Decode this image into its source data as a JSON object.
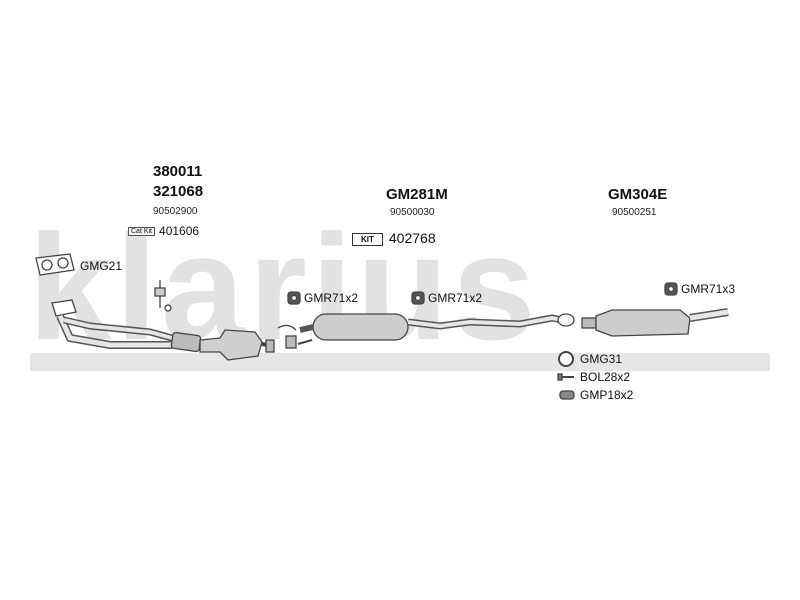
{
  "watermark": "klarius",
  "groups": {
    "front": {
      "codes": [
        "380011",
        "321068"
      ],
      "ref": "90502900",
      "catkit_tag": "Cat Kit",
      "catkit_number": "401606"
    },
    "middle": {
      "code": "GM281M",
      "ref": "90500030",
      "kit_tag": "KIT",
      "kit_number": "402768"
    },
    "rear": {
      "code": "GM304E",
      "ref": "90500251"
    }
  },
  "labels": {
    "gasket_front": "GMG21",
    "mount_1": "GMR71x2",
    "mount_2": "GMR71x2",
    "mount_3": "GMR71x3",
    "gasket_rear": "GMG31",
    "bolt": "BOL28x2",
    "clamp": "GMP18x2"
  },
  "colors": {
    "watermark": "#e2e2e2",
    "part_fill": "#d0d0d0",
    "part_stroke": "#444444"
  }
}
